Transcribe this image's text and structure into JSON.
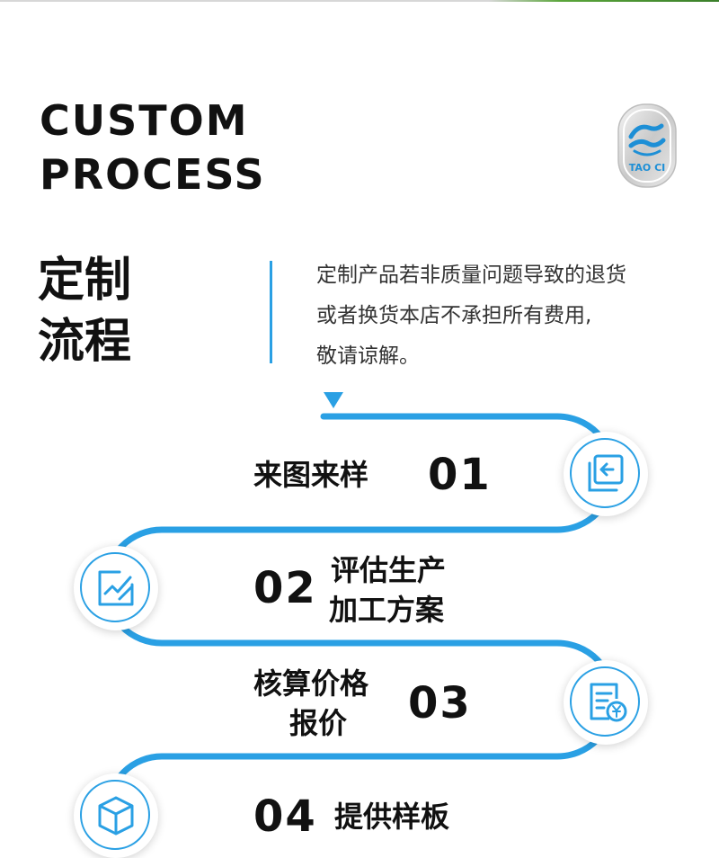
{
  "header": {
    "title_en_line1": "CUSTOM",
    "title_en_line2": "PROCESS",
    "title_cn_line1": "定制",
    "title_cn_line2": "流程"
  },
  "logo": {
    "text": "TAO CI",
    "icon": "brand-logo-icon"
  },
  "notice": {
    "line1": "定制产品若非质量问题导致的退货",
    "line2": "或者换货本店不承担所有费用,",
    "line3": "敬请谅解。"
  },
  "steps": [
    {
      "number": "01",
      "label_line1": "来图来样",
      "label_line2": "",
      "icon": "import-image-icon"
    },
    {
      "number": "02",
      "label_line1": "评估生产",
      "label_line2": "加工方案",
      "icon": "edit-pen-icon"
    },
    {
      "number": "03",
      "label_line1": "核算价格",
      "label_line2": "报价",
      "icon": "invoice-yen-icon"
    },
    {
      "number": "04",
      "label_line1": "提供样板",
      "label_line2": "",
      "icon": "cube-box-icon"
    }
  ],
  "colors": {
    "accent": "#2aa0e4",
    "text": "#111111"
  }
}
